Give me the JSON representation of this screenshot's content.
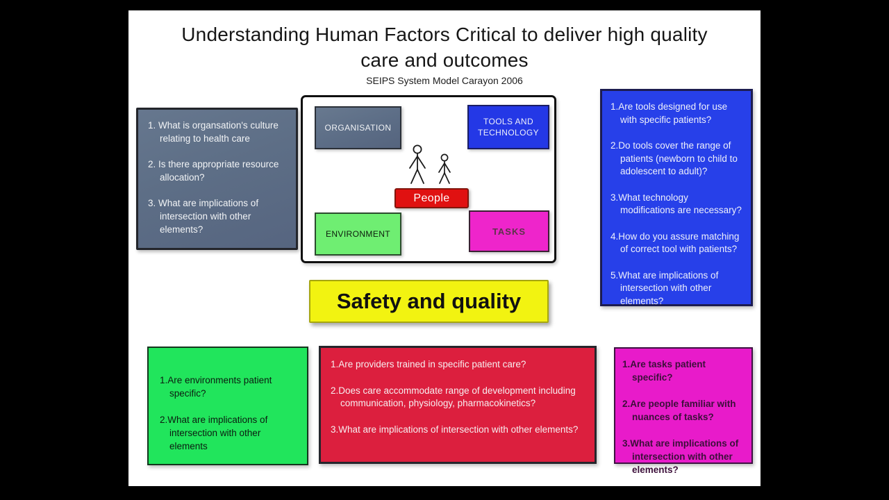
{
  "header": {
    "title": "Understanding Human Factors Critical to deliver high quality care and outcomes",
    "subtitle": "SEIPS System Model Carayon 2006"
  },
  "model": {
    "organisation_label": "ORGANISATION",
    "tools_label": "TOOLS AND TECHNOLOGY",
    "people_label": "People",
    "environment_label": "ENVIRONMENT",
    "tasks_label": "TASKS",
    "figures": [
      "adult-stick-figure",
      "child-stick-figure"
    ]
  },
  "organisation_questions": {
    "items": [
      "1. What is organsation's culture relating to health care",
      "2. Is there appropriate resource allocation?",
      "3. What are implications of intersection with other elements?"
    ]
  },
  "tools_questions": {
    "items": [
      "1.Are tools designed for use with specific patients?",
      "2.Do tools cover the range of patients (newborn to child to adolescent to adult)?",
      "3.What technology modifications are necessary?",
      "4.How do you assure matching of correct tool with patients?",
      "5.What are implications of intersection with other elements?"
    ]
  },
  "environment_questions": {
    "items": [
      "1.Are environments patient specific?",
      "2.What are implications of intersection with other elements"
    ]
  },
  "providers_questions": {
    "items": [
      "1.Are providers trained in specific patient  care?",
      "2.Does care accommodate range of development including communication, physiology, pharmacokinetics?",
      "3.What are implications of intersection with other elements?"
    ]
  },
  "tasks_questions": {
    "items": [
      "1.Are tasks patient specific?",
      "2.Are people familiar with nuances of tasks?",
      "3.What are implications of intersection with other elements?"
    ]
  },
  "safety_banner": {
    "label": "Safety and quality"
  },
  "colors": {
    "background": "#000000",
    "slide": "#ffffff",
    "organisation_slate": "#5d6e86",
    "tools_blue": "#2438e6",
    "questions_blue": "#2740e9",
    "people_red": "#e01111",
    "environment_green": "#6fee72",
    "bottom_green": "#21e55c",
    "providers_red": "#dc1f3e",
    "tasks_magenta": "#ee25cb",
    "bottom_magenta": "#e81bca",
    "safety_yellow": "#f2f311"
  }
}
